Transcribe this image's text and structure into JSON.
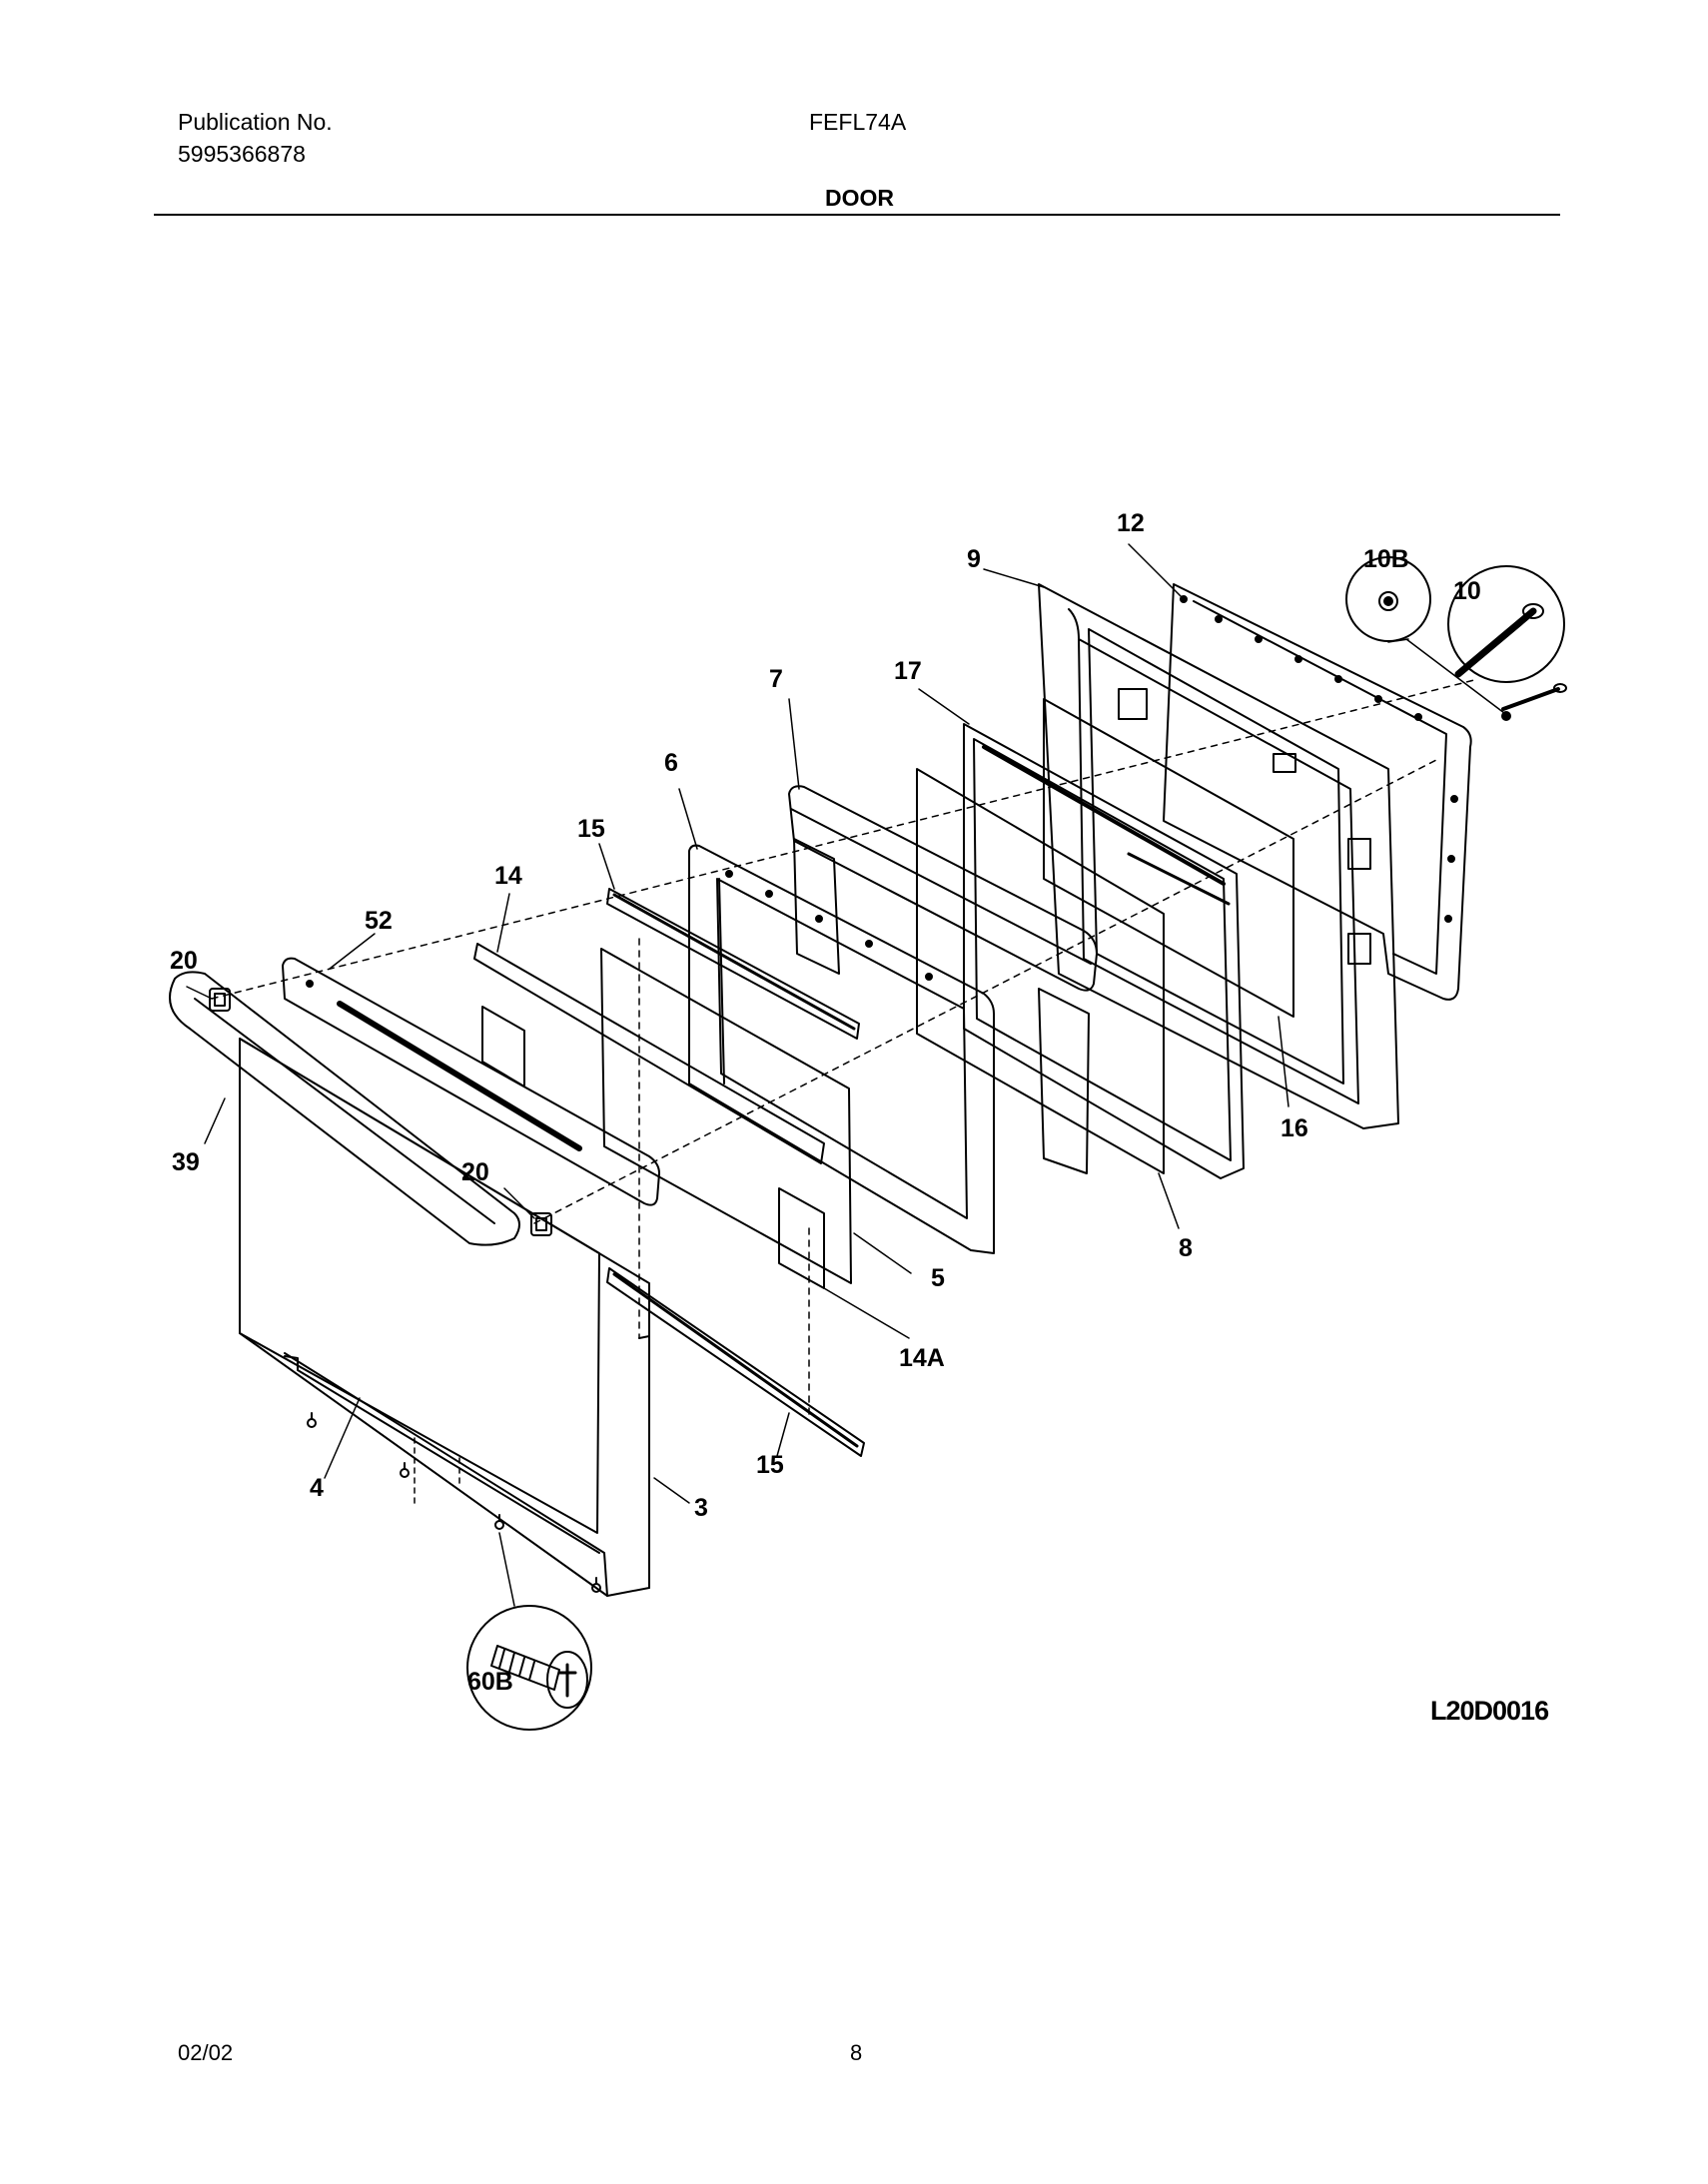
{
  "header": {
    "publication_label": "Publication No.",
    "publication_number": "5995366878",
    "model": "FEFL74A",
    "section_title": "DOOR"
  },
  "diagram": {
    "callouts": {
      "c12": "12",
      "c9": "9",
      "c10b": "10B",
      "c10": "10",
      "c7": "7",
      "c17": "17",
      "c6": "6",
      "c15a": "15",
      "c14": "14",
      "c52": "52",
      "c20a": "20",
      "c39": "39",
      "c20b": "20",
      "c16": "16",
      "c8": "8",
      "c5": "5",
      "c14a": "14A",
      "c15b": "15",
      "c3": "3",
      "c4": "4",
      "c60b": "60B"
    },
    "drawing_code": "L20D0016"
  },
  "footer": {
    "date": "02/02",
    "page": "8"
  }
}
